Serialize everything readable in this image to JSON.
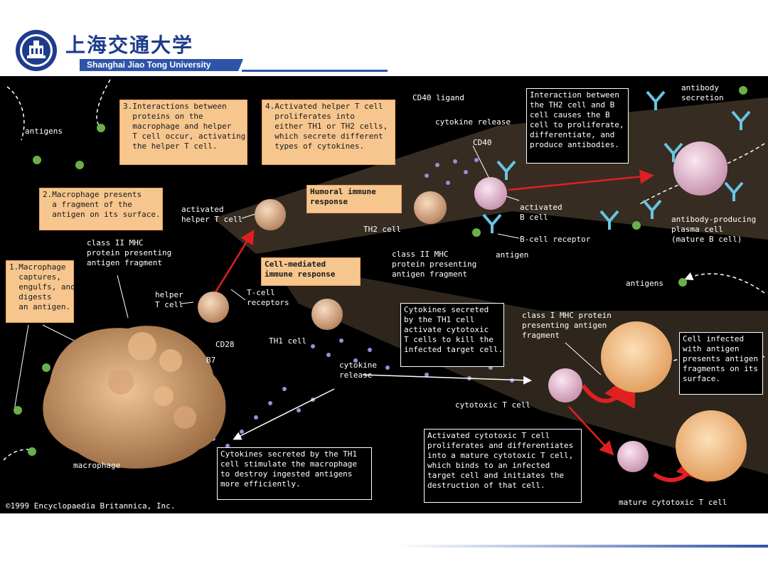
{
  "header": {
    "university_cn": "上海交通大学",
    "university_en": "Shanghai Jiao Tong University"
  },
  "colors": {
    "brand_blue": "#2e54a8",
    "box_fill": "#f6c68e",
    "arrow_red": "#e02020",
    "background": "#000000"
  },
  "diagram": {
    "step1": "1.Macrophage\n  captures,\n  engulfs, and\n  digests\n  an antigen.",
    "step2": "2.Macrophage presents\n  a fragment of the\n  antigen on its surface.",
    "step3": "3.Interactions between\n  proteins on the\n  macrophage and helper\n  T cell occur, activating\n  the helper T cell.",
    "step4": "4.Activated helper T cell\n  proliferates into\n  either TH1 or TH2 cells,\n  which secrete different\n  types of cytokines.",
    "humoral": "Humoral immune\nresponse",
    "cell_mediated": "Cell-mediated\nimmune response",
    "interaction_b": "Interaction between\nthe TH2 cell and B\ncell causes the B\ncell to proliferate,\ndifferentiate, and\nproduce antibodies.",
    "cytokines_cytotoxic": "Cytokines secreted\nby the TH1 cell\nactivate cytotoxic\nT cells to kill the\ninfected target cell.",
    "cell_infected": "Cell infected\nwith antigen\npresents antigen\nfragments on its\nsurface.",
    "cytokines_macrophage": "Cytokines secreted by the TH1\ncell stimulate the macrophage\nto destroy ingested antigens\nmore efficiently.",
    "activated_cytotoxic": "Activated cytotoxic T cell\nproliferates and differentiates\ninto a mature cytotoxic T cell,\nwhich binds to an infected\ntarget cell and initiates the\ndestruction of that cell.",
    "labels": {
      "antigens_top": "antigens",
      "activated_helper": "activated\nhelper T cell",
      "class2_mhc_left": "class II MHC\nprotein presenting\nantigen fragment",
      "helper_t": "helper\nT cell",
      "t_cell_receptors": "T-cell\nreceptors",
      "cd28": "CD28",
      "b7": "B7",
      "th1_cell": "TH1 cell",
      "cytokine_release_mid": "cytokine\nrelease",
      "macrophage": "macrophage",
      "copyright": "©1999 Encyclopaedia Britannica, Inc.",
      "cd40_ligand": "CD40 ligand",
      "cytokine_release_top": "cytokine release",
      "cd40": "CD40",
      "th2_cell": "TH2 cell",
      "activated_b": "activated\nB cell",
      "b_cell_receptor": "B-cell receptor",
      "antigen": "antigen",
      "class2_mhc_mid": "class II MHC\nprotein presenting\nantigen fragment",
      "antibody_secretion": "antibody\nsecretion",
      "plasma_cell": "antibody-producing\nplasma cell\n(mature B cell)",
      "antigens_right": "antigens",
      "class1_mhc": "class I MHC protein\npresenting antigen\nfragment",
      "cytotoxic_t": "cytotoxic T cell",
      "mature_cytotoxic": "mature cytotoxic T cell"
    }
  }
}
